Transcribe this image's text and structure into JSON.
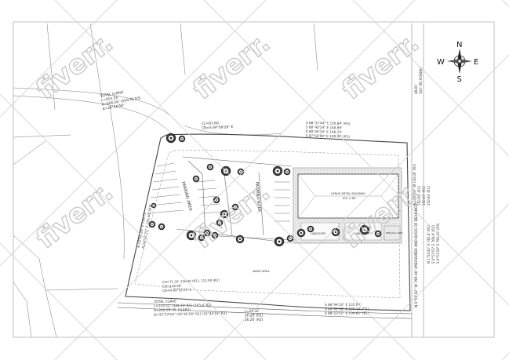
{
  "north_arrow": {
    "n": "N",
    "s": "S",
    "e": "E",
    "w": "W"
  },
  "labels": {
    "parking_area_1": "PARKING AREA",
    "parking_area_2": "PARKING AREA",
    "building": "VENUE METAL BUILDING",
    "building_size": "100' X 60'",
    "landscape_1": "LANDSCAPE",
    "landscape_2": "LANDSCAPE",
    "gravel": "PERGOLA AREA",
    "wash_area": "WASH AREA"
  },
  "curve_top_left": {
    "l1": "TOTAL CURVE",
    "l2": "L=253.33'",
    "l3": "R=000.00' (550.00 R3)",
    "l4": "Δ=26°26'58\""
  },
  "curve_top_middle": {
    "l1": "CL=87.60'",
    "l2": "CB=S 84°09'26\" E"
  },
  "bearings_top_right": {
    "l1": "S 88°31'44\" E 150.84' (R3)",
    "l2": "S 88°40'24\" E 150.89'",
    "l3": "S 88°49'34\" E 146.74'",
    "l4": "S 87°56'00\" E 150.00' (R1)"
  },
  "right_vertical_top": {
    "l1": "48.81'",
    "l2": "100' (R1 ROADS)"
  },
  "right_vertical_mid": {
    "l1": "N 1°00'00\" W 150.00' (R1)",
    "l2": "150.00' (R1)",
    "l3": "150.00' (R1)",
    "l4": "150.00' (R1)"
  },
  "right_vertical_long": {
    "l1": "N 0°56'42\" W 790.00' (MEASURED AND BASIS OF BEARINGS)",
    "l2": "N 1°54'41\" E 781.6' (R1)",
    "l3": "S 0°51'53\" E 768.9' (R2)",
    "l4": "S 0°51'29\" E 790.00' (R3)"
  },
  "left_vertical": {
    "l1": "N 13°03'29\" E 116.72'",
    "l2": "N 14°41'22\" E 150.00' (R1)"
  },
  "curve_bottom_left": {
    "l1": "CH=71.20' 116.40 (R1), 112.00 (R2)",
    "l2": "CH=116.58'",
    "l3": "CB=N 89°55'23\" E"
  },
  "curve_bottom": {
    "l1": "TOTAL CURVE",
    "l2": "L=143.52' (142.73' R1) (143.4' R2)",
    "l3": "R=250.00' (R, R1&R2)",
    "l4": "Δ=32°53'54\" (32°42'58\" R1) (32°44'18\" R2)"
  },
  "bottom_mid": {
    "l1": "L=26.32'",
    "l2": "26.28' (R1)",
    "l3": "26.26' (R2)"
  },
  "bearings_bottom_right": {
    "l1": "S 88°44'15\" E 135.04'",
    "l2": "S 88°02'36\" E 135.13' (R1)",
    "l3": "S 88°23'51\" E 134.61' (R2)"
  },
  "watermark": "fiverr.",
  "colors": {
    "line": "#555555",
    "light": "#888888",
    "gravel": "#bdbdbd",
    "tree": "#2a2a2a"
  }
}
